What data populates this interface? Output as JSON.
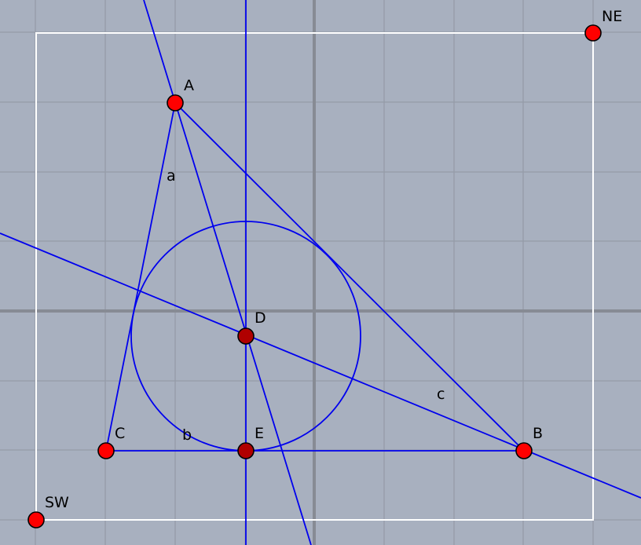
{
  "colors": {
    "background": "#a8b0bf",
    "grid_minor": "#959ba8",
    "grid_axis": "#878b94",
    "frame": "#ffffff",
    "construction": "#0000ee",
    "free_point": "#ff0000",
    "dependent_point": "#b00000",
    "point_outline": "#000000"
  },
  "points": {
    "A": {
      "label": "A",
      "kind": "free"
    },
    "B": {
      "label": "B",
      "kind": "free"
    },
    "C": {
      "label": "C",
      "kind": "free"
    },
    "D": {
      "label": "D",
      "kind": "dependent"
    },
    "E": {
      "label": "E",
      "kind": "dependent"
    },
    "NE": {
      "label": "NE",
      "kind": "free"
    },
    "SW": {
      "label": "SW",
      "kind": "free"
    }
  },
  "segments": {
    "a": {
      "label": "a",
      "from": "C",
      "to": "A"
    },
    "b": {
      "label": "b",
      "from": "C",
      "to": "B"
    },
    "c": {
      "label": "c",
      "from": "A",
      "to": "B"
    }
  },
  "incircle": {
    "center": "D",
    "tangent_point": "E"
  }
}
